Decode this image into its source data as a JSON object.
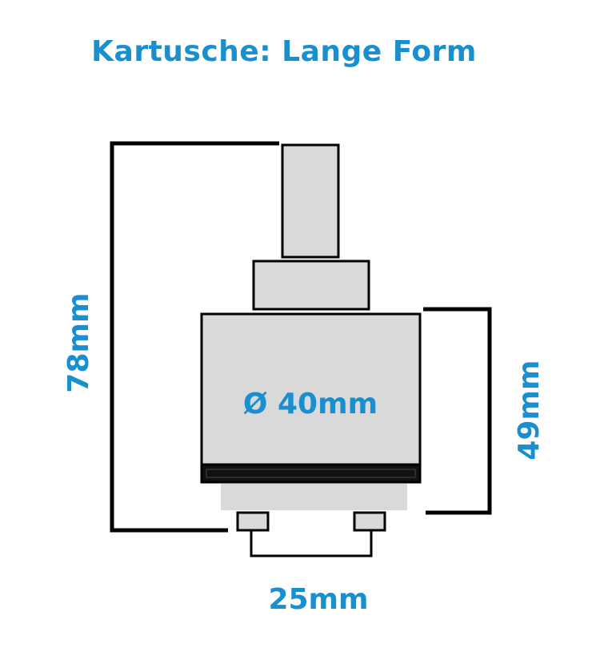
{
  "title": "Kartusche: Lange Form",
  "labels": {
    "total_height": "78mm",
    "body_height": "49mm",
    "diameter": "Ø 40mm",
    "pin_spacing": "25mm"
  },
  "colors": {
    "accent": "#1a8fd0",
    "part_fill": "#d9d9d9",
    "outline": "#000000",
    "seal": "#111111"
  }
}
